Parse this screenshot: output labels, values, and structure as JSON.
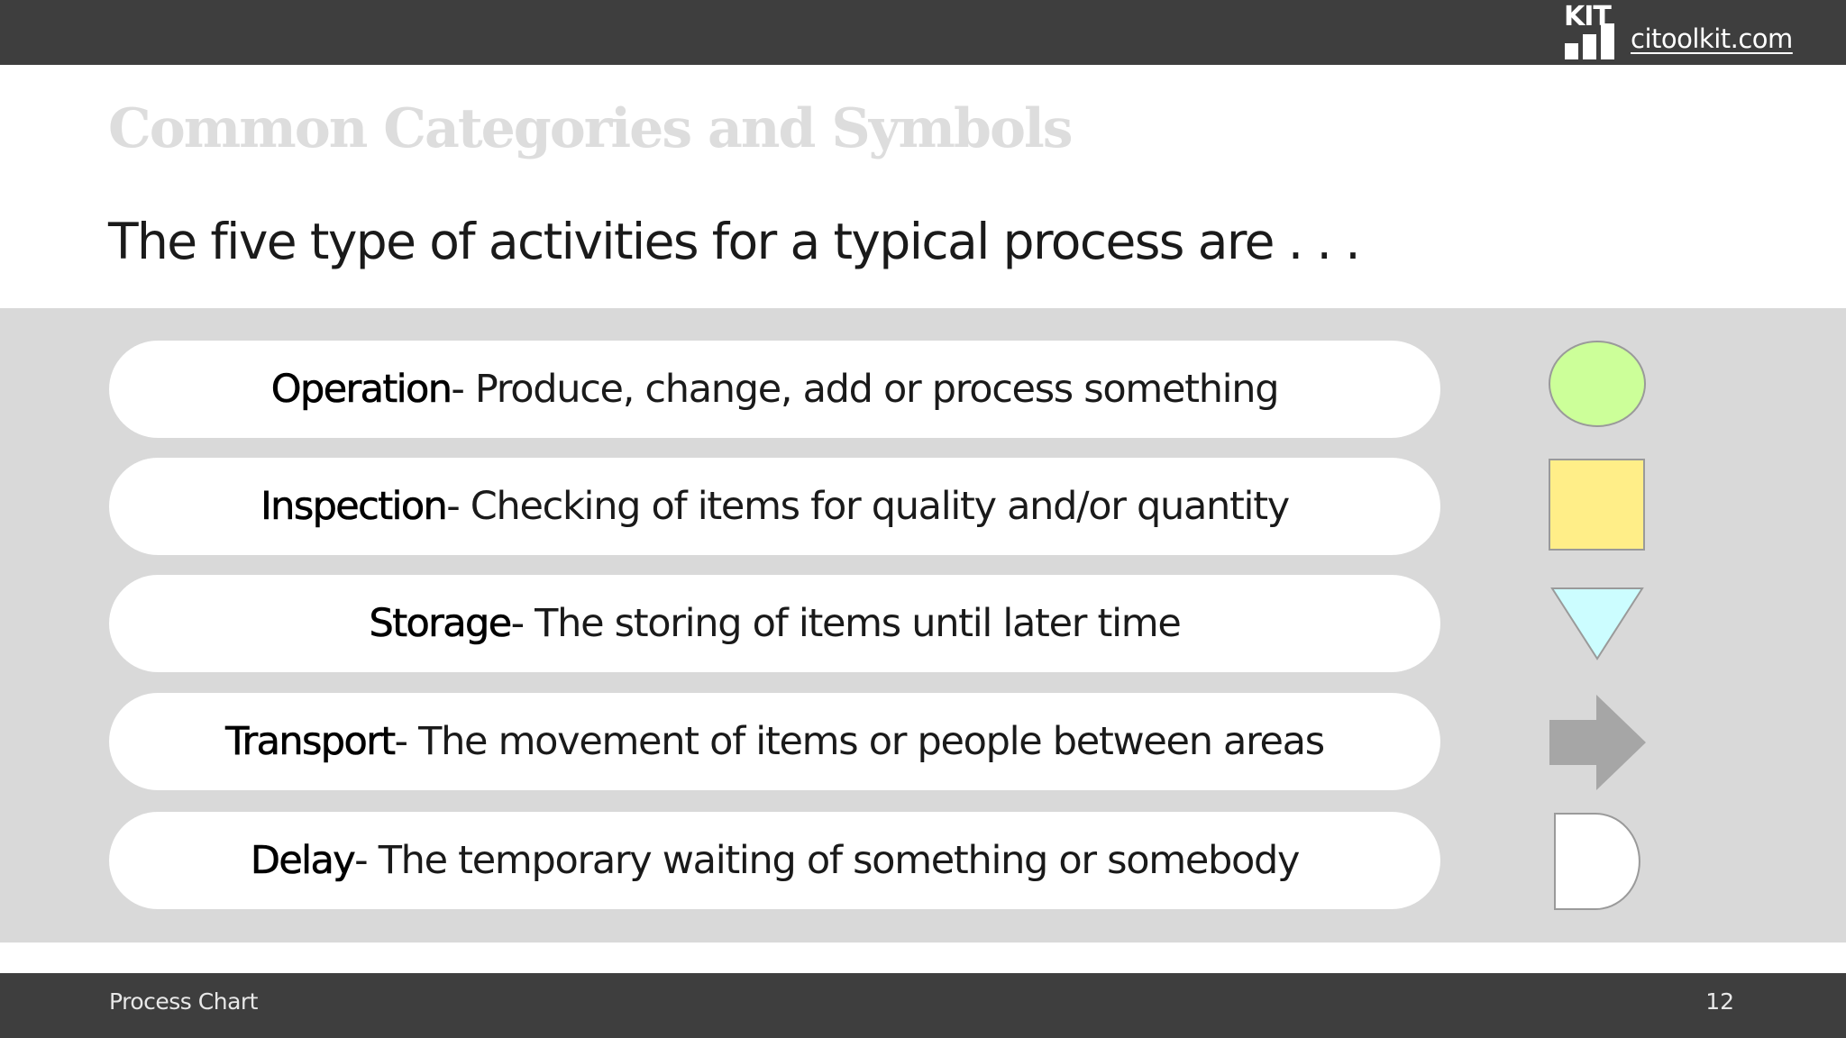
{
  "header": {
    "brand_text": "KIT",
    "site_link": "citoolkit.com"
  },
  "slide": {
    "title": "Common Categories and Symbols",
    "subtitle": "The five type of activities for a typical process are . . ."
  },
  "categories": [
    {
      "term": "Operation",
      "description": " - Produce, change, add or process something",
      "symbol": "circle",
      "color": "#ccff99"
    },
    {
      "term": "Inspection",
      "description": " - Checking of items for quality and/or quantity",
      "symbol": "square",
      "color": "#ffee88"
    },
    {
      "term": "Storage",
      "description": " - The storing of items until later time",
      "symbol": "triangle-down",
      "color": "#ccfdff"
    },
    {
      "term": "Transport",
      "description": " - The movement of items or people between areas",
      "symbol": "arrow-right",
      "color": "#a6a6a6"
    },
    {
      "term": "Delay",
      "description": " - The temporary waiting of something or somebody",
      "symbol": "d-shape",
      "color": "#ffffff"
    }
  ],
  "footer": {
    "label": "Process Chart",
    "page_number": "12"
  }
}
